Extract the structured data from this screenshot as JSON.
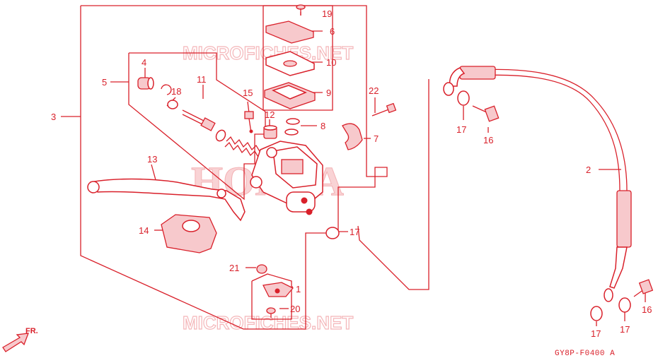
{
  "watermarks": {
    "site_top": "MICROFICHES.NET",
    "site_bottom": "MICROFICHES.NET",
    "brand": "HONDA"
  },
  "callouts": {
    "c1": "1",
    "c2": "2",
    "c3": "3",
    "c4": "4",
    "c5": "5",
    "c6": "6",
    "c7": "7",
    "c8": "8",
    "c9": "9",
    "c10": "10",
    "c11": "11",
    "c12": "12",
    "c13": "13",
    "c14": "14",
    "c15": "15",
    "c16a": "16",
    "c16b": "16",
    "c17a": "17",
    "c17b": "17",
    "c17c": "17",
    "c17d": "17",
    "c18": "18",
    "c19": "19",
    "c20": "20",
    "c21": "21",
    "c22": "22"
  },
  "direction_label": "FR.",
  "diagram_code": "GY8P-F0400 A",
  "colors": {
    "ink": "#d9202a",
    "watermark": "#f4b6b9",
    "background": "#ffffff"
  }
}
